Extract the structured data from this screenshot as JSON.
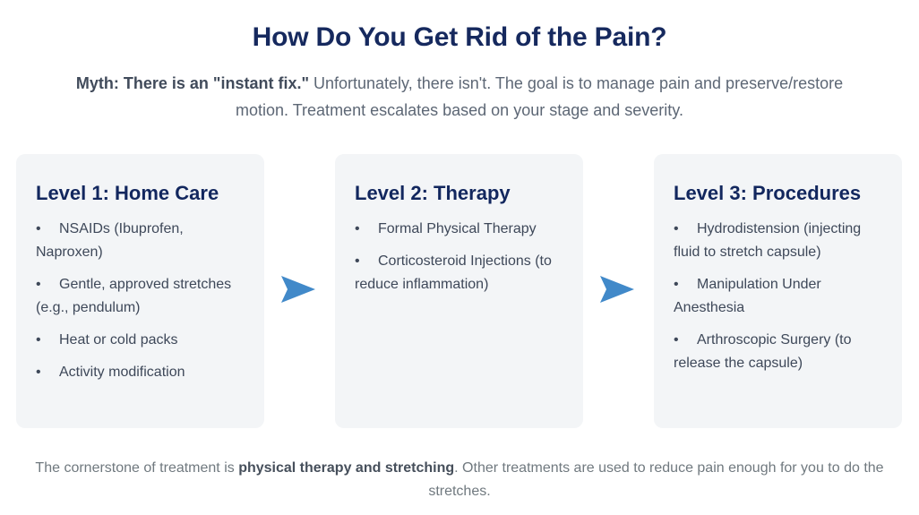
{
  "header": {
    "title": "How Do You Get Rid of the Pain?",
    "subtitle_bold": "Myth: There is an \"instant fix.\"",
    "subtitle_rest": " Unfortunately, there isn't. The goal is to manage pain and preserve/restore motion. Treatment escalates based on your stage and severity."
  },
  "colors": {
    "title_navy": "#16295e",
    "card_heading_navy": "#12275e",
    "card_bg": "#f3f5f7",
    "body_text": "#3e4859",
    "subtitle_text": "#5d6775",
    "subtitle_bold_text": "#414b5b",
    "footer_text": "#70797f",
    "arrow_blue": "#4189c9",
    "page_bg": "#ffffff"
  },
  "cards": [
    {
      "heading": "Level 1: Home Care",
      "bullet": "•",
      "items": [
        "NSAIDs (Ibuprofen, Naproxen)",
        "Gentle, approved stretches (e.g., pendulum)",
        "Heat or cold packs",
        "Activity modification"
      ]
    },
    {
      "heading": "Level 2: Therapy",
      "bullet": "•",
      "items": [
        "Formal Physical Therapy",
        "Corticosteroid Injections (to reduce inflammation)"
      ]
    },
    {
      "heading": "Level 3: Procedures",
      "bullet": "•",
      "items": [
        "Hydrodistension (injecting fluid to stretch capsule)",
        "Manipulation Under Anesthesia",
        "Arthroscopic Surgery (to release the capsule)"
      ]
    }
  ],
  "arrows": [
    {
      "name": "arrow-right-1"
    },
    {
      "name": "arrow-right-2"
    }
  ],
  "footer": {
    "lead": "The cornerstone of treatment is ",
    "strong": "physical therapy and stretching",
    "tail": ". Other treatments are used to reduce pain enough for you to do the stretches."
  }
}
